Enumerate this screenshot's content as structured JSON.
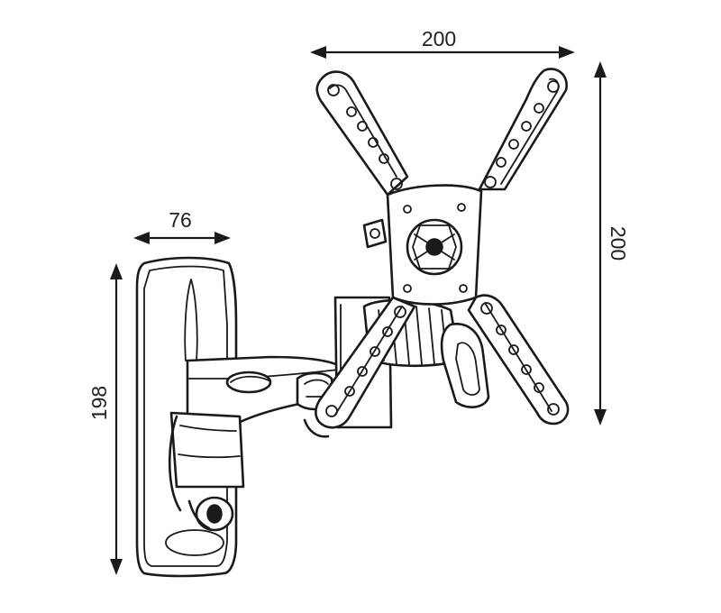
{
  "dimensions": {
    "top_width": "200",
    "right_height": "200",
    "wall_plate_width": "76",
    "wall_plate_height": "198"
  },
  "colors": {
    "line": "#1a1a1a",
    "background": "#ffffff"
  }
}
